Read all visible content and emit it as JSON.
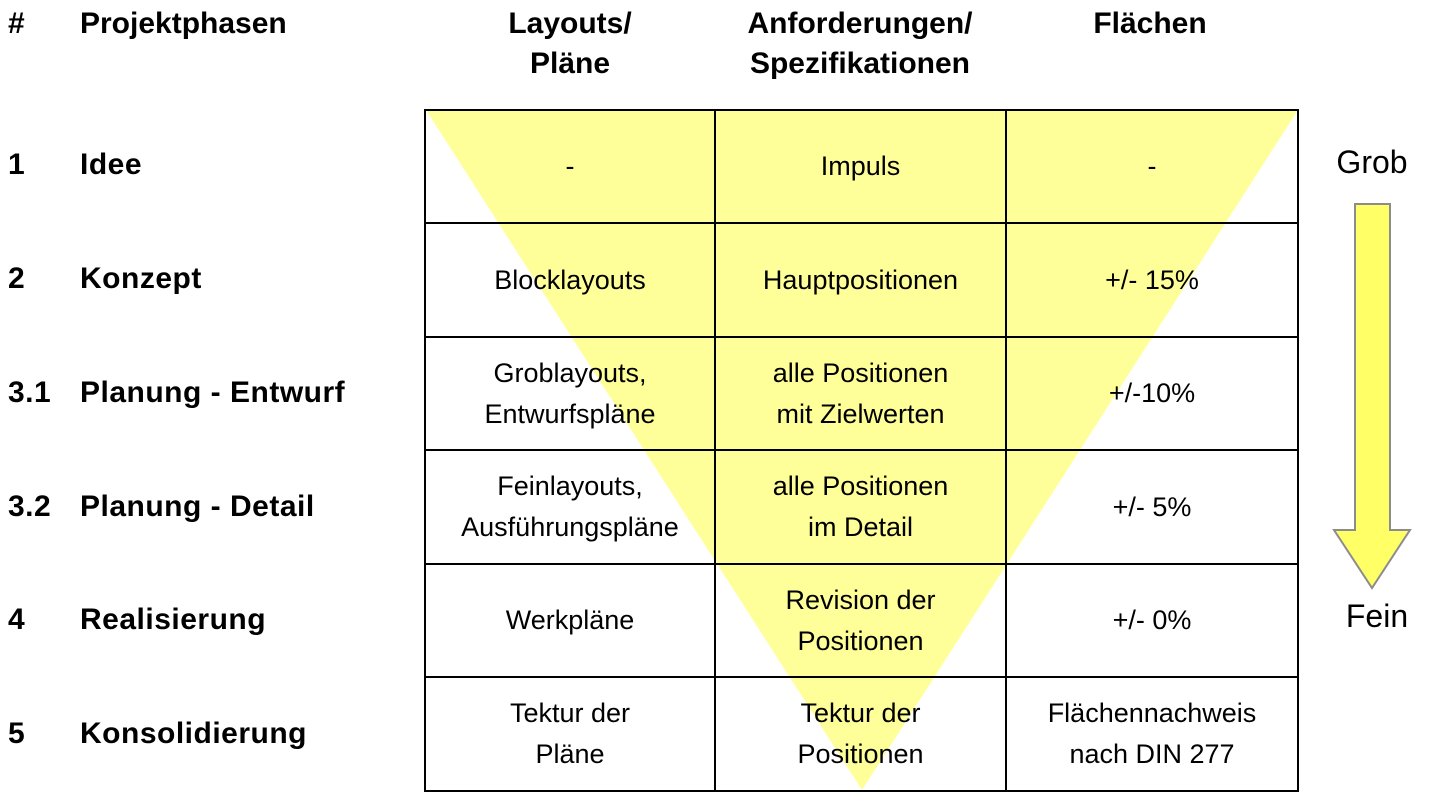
{
  "headers": {
    "number": "#",
    "phase": "Projektphasen",
    "layouts": "Layouts/\nPläne",
    "requirements": "Anforderungen/\nSpezifikationen",
    "areas": "Flächen"
  },
  "rows": [
    {
      "num": "1",
      "phase": "Idee",
      "layouts": "-",
      "requirements": "Impuls",
      "areas": "-"
    },
    {
      "num": "2",
      "phase": "Konzept",
      "layouts": "Blocklayouts",
      "requirements": "Hauptpositionen",
      "areas": "+/- 15%"
    },
    {
      "num": "3.1",
      "phase": "Planung - Entwurf",
      "layouts": "Groblayouts,\nEntwurfspläne",
      "requirements": "alle Positionen\nmit Zielwerten",
      "areas": "+/-10%"
    },
    {
      "num": "3.2",
      "phase": "Planung - Detail",
      "layouts": "Feinlayouts,\nAusführungspläne",
      "requirements": "alle Positionen\nim Detail",
      "areas": "+/- 5%"
    },
    {
      "num": "4",
      "phase": "Realisierung",
      "layouts": "Werkpläne",
      "requirements": "Revision der\nPositionen",
      "areas": "+/- 0%"
    },
    {
      "num": "5",
      "phase": "Konsolidierung",
      "layouts": "Tektur der\nPläne",
      "requirements": "Tektur der\nPositionen",
      "areas": "Flächennachweis\nnach DIN 277"
    }
  ],
  "scale": {
    "top": "Grob",
    "bottom": "Fein"
  },
  "colors": {
    "funnel": "#ffff99",
    "arrow_fill": "#ffff66",
    "arrow_stroke": "#8c8c8c",
    "grid": "#000000"
  }
}
